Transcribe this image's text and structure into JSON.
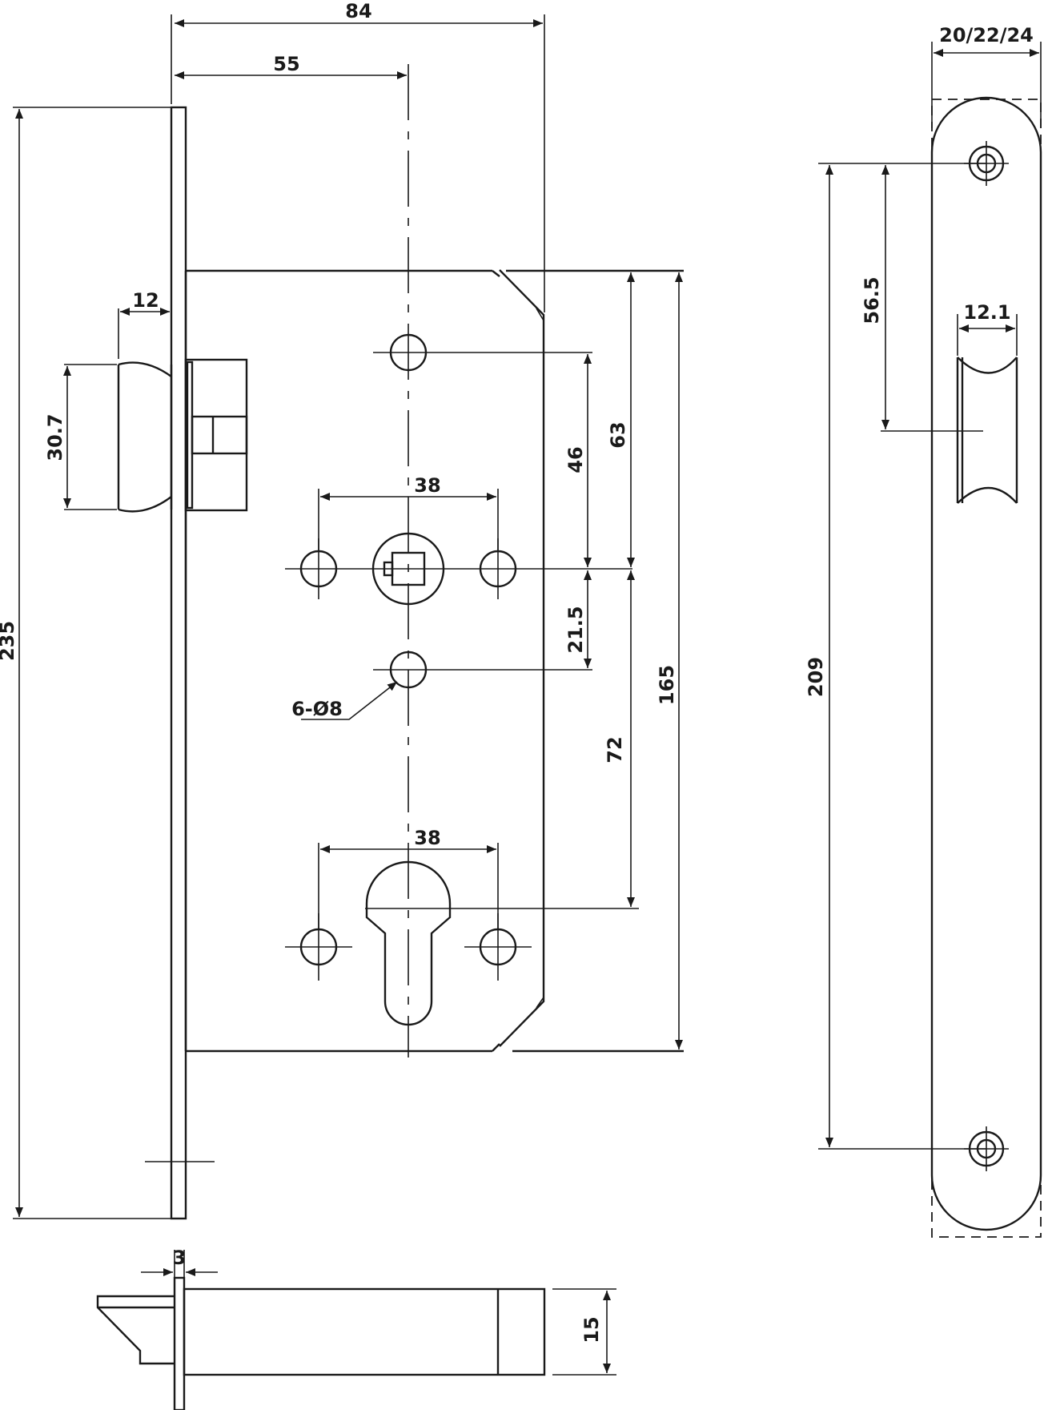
{
  "dimensions": {
    "d84": "84",
    "d55": "55",
    "d235": "235",
    "d12": "12",
    "d30_7": "30.7",
    "d38_top": "38",
    "d38_bottom": "38",
    "d46": "46",
    "d63": "63",
    "d21_5": "21.5",
    "d72": "72",
    "d165": "165",
    "holes": "6-Ø8",
    "d20_22_24": "20/22/24",
    "d56_5": "56.5",
    "d12_1": "12.1",
    "d209": "209",
    "d3": "3",
    "d15": "15"
  }
}
